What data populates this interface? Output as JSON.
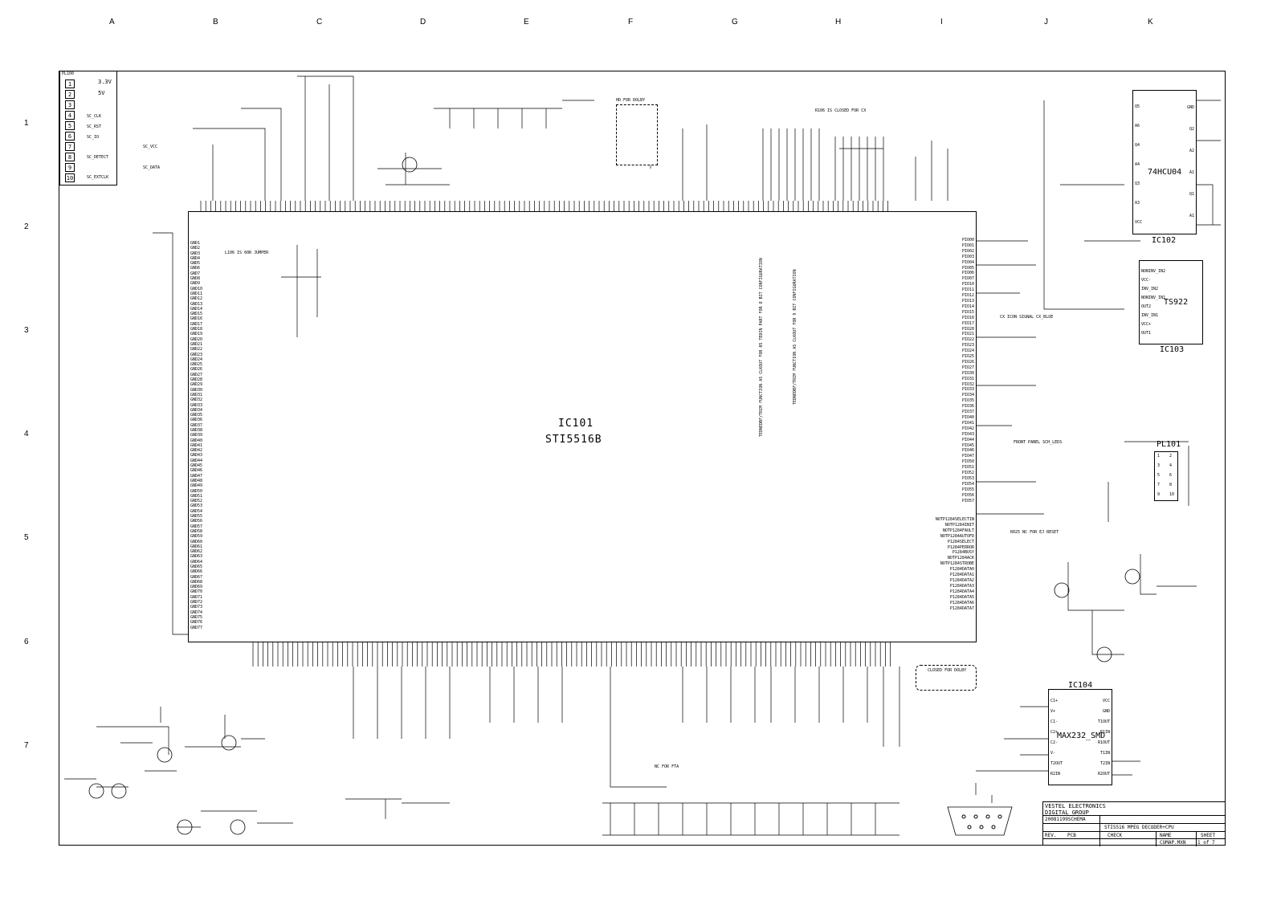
{
  "grid": {
    "columns": [
      "A",
      "B",
      "C",
      "D",
      "E",
      "F",
      "G",
      "H",
      "I",
      "J",
      "K"
    ],
    "rows": [
      "1",
      "2",
      "3",
      "4",
      "5",
      "6",
      "7"
    ]
  },
  "ic101": {
    "ref": "IC101",
    "part": "STI5516B"
  },
  "ic102": {
    "ref": "IC102",
    "part": "74HCU04",
    "left_pins": [
      "Q5",
      "A6",
      "Q4",
      "A4",
      "Q3",
      "A3",
      "VCC"
    ],
    "right_pins": [
      "GND",
      "Q2",
      "A2",
      "A1",
      "Q1",
      "A1"
    ]
  },
  "ic103": {
    "ref": "IC103",
    "part": "TS922",
    "pins": [
      "NONINV_IN2",
      "VCC-",
      "INV_IN2",
      "NONINV_IN1",
      "OUT2",
      "INV_IN1",
      "VCC+",
      "OUT1"
    ]
  },
  "ic104": {
    "ref": "IC104",
    "part": "MAX232_SMD",
    "left_pins": [
      "C1+",
      "V+",
      "C1-",
      "C2+",
      "C2-",
      "V-",
      "T2OUT",
      "R2IN"
    ],
    "right_pins": [
      "VCC",
      "GND",
      "T1OUT",
      "R1IN",
      "R1OUT",
      "T1IN",
      "T2IN",
      "R2OUT"
    ]
  },
  "pl100": {
    "ref": "PL100",
    "pins": [
      "1",
      "2",
      "3",
      "4",
      "5",
      "6",
      "7",
      "8",
      "9",
      "10"
    ],
    "nets": [
      "3.3V",
      "5V",
      "SC_CLK",
      "SC_RST",
      "SC_IO",
      "SC_DETECT",
      "SC_VCC",
      "SC_DATA",
      "SC_EXTCLK"
    ]
  },
  "pl101": {
    "ref": "PL101",
    "pins": [
      "1",
      "2",
      "3",
      "4",
      "5",
      "6",
      "7",
      "8",
      "9",
      "10"
    ]
  },
  "gnd_pins": [
    "GND1",
    "GND2",
    "GND3",
    "GND4",
    "GND5",
    "GND6",
    "GND7",
    "GND8",
    "GND9",
    "GND10",
    "GND11",
    "GND12",
    "GND13",
    "GND14",
    "GND15",
    "GND16",
    "GND17",
    "GND18",
    "GND19",
    "GND20",
    "GND21",
    "GND22",
    "GND23",
    "GND24",
    "GND25",
    "GND26",
    "GND27",
    "GND28",
    "GND29",
    "GND30",
    "GND31",
    "GND32",
    "GND33",
    "GND34",
    "GND35",
    "GND36",
    "GND37",
    "GND38",
    "GND39",
    "GND40",
    "GND41",
    "GND42",
    "GND43",
    "GND44",
    "GND45",
    "GND46",
    "GND47",
    "GND48",
    "GND49",
    "GND50",
    "GND51",
    "GND52",
    "GND53",
    "GND54",
    "GND55",
    "GND56",
    "GND57",
    "GND58",
    "GND59",
    "GND60",
    "GND61",
    "GND62",
    "GND63",
    "GND64",
    "GND65",
    "GND66",
    "GND67",
    "GND68",
    "GND69",
    "GND70",
    "GND71",
    "GND72",
    "GND73",
    "GND74",
    "GND75",
    "GND76",
    "GND77"
  ],
  "pio_pins": [
    "PIO00",
    "PIO01",
    "PIO02",
    "PIO03",
    "PIO04",
    "PIO05",
    "PIO06",
    "PIO07",
    "PIO10",
    "PIO11",
    "PIO12",
    "PIO13",
    "PIO14",
    "PIO15",
    "PIO16",
    "PIO17",
    "PIO20",
    "PIO21",
    "PIO22",
    "PIO23",
    "PIO24",
    "PIO25",
    "PIO26",
    "PIO27",
    "PIO30",
    "PIO31",
    "PIO32",
    "PIO33",
    "PIO34",
    "PIO35",
    "PIO36",
    "PIO37",
    "PIO40",
    "PIO41",
    "PIO42",
    "PIO43",
    "PIO44",
    "PIO45",
    "PIO46",
    "PIO47",
    "PIO50",
    "PIO51",
    "PIO52",
    "PIO53",
    "PIO54",
    "PIO55",
    "PIO56",
    "PIO57"
  ],
  "p1284_pins": [
    "NOTP1284SELECTIN",
    "NOTP1284INIT",
    "NOTP1284FAULT",
    "NOTP1284AUTOFD",
    "P1284SELECT",
    "P1284PERROR",
    "P1284BUSY",
    "NOTP1284ACK",
    "NOTP1284STROBE",
    "P1284DATA0",
    "P1284DATA1",
    "P1284DATA2",
    "P1284DATA3",
    "P1284DATA4",
    "P1284DATA5",
    "P1284DATA6",
    "P1284DATA7"
  ],
  "annotations": {
    "l106": "L106 IS 60R JUMPER",
    "hd_board": "HD FOR DOLBY",
    "r106_note": "R106 IS CLOSED FOR CX",
    "cx_icon": "CX ICON SIGNAL CX_BLUE",
    "front_panel": "FRONT PANEL SCH_LEDS",
    "r025_note": "R025 NC FOR EJ RESET",
    "nc_fta": "NC FOR FTA",
    "closed_dolby": "CLOSED FOR DOLBY",
    "tdm_note1": "TEDNEDBF/TRIM FUNCTION AS CLKOUT  FOR 05 TEDIN PART FOR 8 BIT CONFIGURATION",
    "tdm_note2": "TEDNEDBF/TRIM FUNCTION AS CLKOUT FOR 9 BIT CONFIGURATION"
  },
  "title_block": {
    "company": "VESTEL ELECTRONICS",
    "group": "DIGITAL GROUP",
    "doc_no": "20081199SCHEMA",
    "title": "STI5516 MPEG DECODER+CPU",
    "sheet_label": "SHEET",
    "sheet_of": "1  of  7",
    "file": "CUMAP.MXN",
    "hdr_rev": "REV.",
    "hdr_pcb": "PCB",
    "hdr_chk": "CHECK",
    "hdr_name": "NAME"
  }
}
